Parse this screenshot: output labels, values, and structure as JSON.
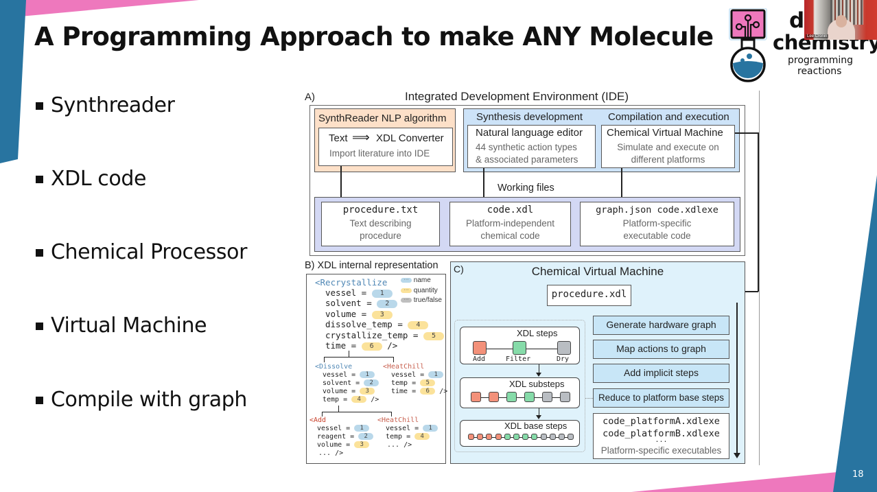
{
  "slide": {
    "title": "A Programming Approach to make ANY Molecule",
    "page_number": "18",
    "colors": {
      "blue": "#2874a0",
      "pink": "#ee78bd"
    }
  },
  "bullets": [
    {
      "label": "Synthreader"
    },
    {
      "label": "XDL code"
    },
    {
      "label": "Chemical Processor"
    },
    {
      "label": "Virtual Machine"
    },
    {
      "label": "Compile with graph"
    }
  ],
  "logo": {
    "line1": "di",
    "line2": "chemistry",
    "line3": "programming",
    "line4": "reactions",
    "icon": "flask-circuit-icon"
  },
  "webcam": {
    "name": "Lee Cronin"
  },
  "panel_a": {
    "label": "A)",
    "title": "Integrated Development Environment (IDE)",
    "synthreader": {
      "header": "SynthReader NLP algorithm",
      "text_left": "Text",
      "arrow": "⟹",
      "text_right": "XDL Converter",
      "sub": "Import literature into IDE"
    },
    "synthesis_dev": {
      "header": "Synthesis development",
      "title": "Natural language editor",
      "sub1": "44 synthetic action types",
      "sub2": "& associated parameters"
    },
    "compilation": {
      "header": "Compilation and execution",
      "title": "Chemical Virtual Machine",
      "sub1": "Simulate and execute on",
      "sub2": "different platforms"
    },
    "working_files": {
      "label": "Working files",
      "files": [
        {
          "name": "procedure.txt",
          "desc1": "Text describing",
          "desc2": "procedure"
        },
        {
          "name": "code.xdl",
          "desc1": "Platform-independent",
          "desc2": "chemical code"
        },
        {
          "name": "graph.json code.xdlexe",
          "desc1": "Platform-specific",
          "desc2": "executable code"
        }
      ]
    }
  },
  "panel_b": {
    "label": "B) XDL internal representation",
    "legend": [
      {
        "label": "name",
        "kind": "blue"
      },
      {
        "label": "quantity",
        "kind": "yellow"
      },
      {
        "label": "true/false",
        "kind": "gray"
      }
    ],
    "legend_dots": "···",
    "root": {
      "tag": "<Recrystallize",
      "params": [
        {
          "key": "vessel =",
          "val": "1",
          "kind": "blue"
        },
        {
          "key": "solvent =",
          "val": "2",
          "kind": "blue"
        },
        {
          "key": "volume =",
          "val": "3",
          "kind": "yellow"
        },
        {
          "key": "dissolve_temp =",
          "val": "4",
          "kind": "yellow"
        },
        {
          "key": "crystallize_temp =",
          "val": "5",
          "kind": "yellow"
        },
        {
          "key": "time =",
          "val": "6",
          "kind": "yellow",
          "close": "/>"
        }
      ]
    },
    "dissolve": {
      "tag": "<Dissolve",
      "params": [
        {
          "key": "vessel =",
          "val": "1"
        },
        {
          "key": "solvent =",
          "val": "2"
        },
        {
          "key": "volume =",
          "val": "3"
        },
        {
          "key": "temp =",
          "val": "4",
          "close": "/>"
        }
      ]
    },
    "heatchill1": {
      "tag": "<HeatChill",
      "params": [
        {
          "key": "vessel =",
          "val": "1"
        },
        {
          "key": "temp =",
          "val": "5"
        },
        {
          "key": "time =",
          "val": "6",
          "close": "/>"
        }
      ]
    },
    "add": {
      "tag": "<Add",
      "params": [
        {
          "key": "vessel =",
          "val": "1"
        },
        {
          "key": "reagent =",
          "val": "2"
        },
        {
          "key": "volume =",
          "val": "3"
        }
      ],
      "ellipsis": "... />"
    },
    "heatchill2": {
      "tag": "<HeatChill",
      "params": [
        {
          "key": "vessel =",
          "val": "1"
        },
        {
          "key": "temp =",
          "val": "4"
        }
      ],
      "ellipsis": "... />"
    }
  },
  "panel_c": {
    "label": "C)",
    "title": "Chemical Virtual Machine",
    "input_file": "procedure.xdl",
    "xdl_steps": {
      "title": "XDL steps",
      "nodes": [
        "Add",
        "Filter",
        "Dry"
      ]
    },
    "xdl_substeps": {
      "title": "XDL  substeps"
    },
    "xdl_base_steps": {
      "title": "XDL  base steps"
    },
    "pipeline": [
      "Generate hardware graph",
      "Map actions to graph",
      "Add implicit steps",
      "Reduce to platform base steps"
    ],
    "outputs": {
      "file_a": "code_platformA.xdlexe",
      "file_b": "code_platformB.xdlexe",
      "ellipsis": "...",
      "caption": "Platform-specific executables"
    }
  }
}
